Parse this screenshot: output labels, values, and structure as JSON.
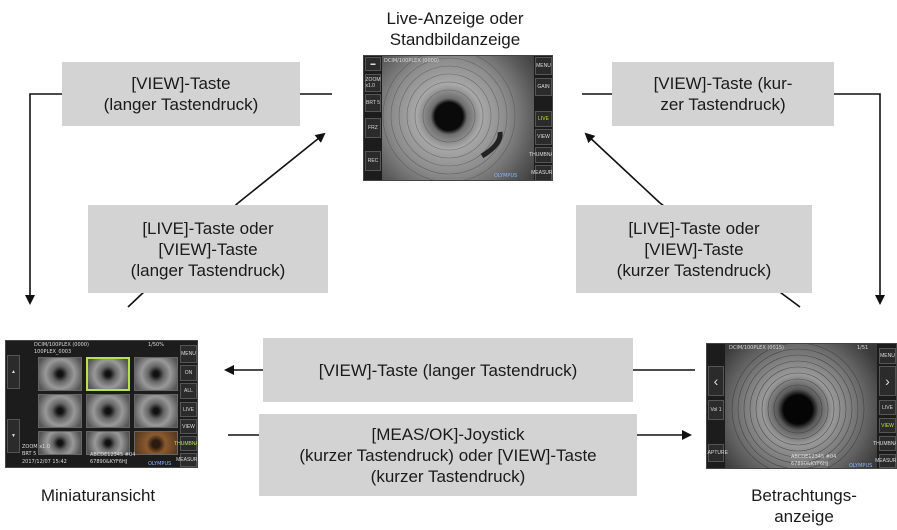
{
  "title_live": [
    "Live-Anzeige oder",
    "Standbildanzeige"
  ],
  "label_thumbnail": "Miniaturansicht",
  "label_view": [
    "Betrachtungs-",
    "anzeige"
  ],
  "box_tl": [
    "[VIEW]-Taste",
    "(langer Tastendruck)"
  ],
  "box_tr": [
    "[VIEW]-Taste (kur-",
    "zer Tastendruck)"
  ],
  "box_ml": [
    "[LIVE]-Taste oder",
    "[VIEW]-Taste",
    "(langer Tastendruck)"
  ],
  "box_mr": [
    "[LIVE]-Taste oder",
    "[VIEW]-Taste",
    "(kurzer Tastendruck)"
  ],
  "box_center": "[VIEW]-Taste (langer Tastendruck)",
  "box_bottom": [
    "[MEAS/OK]-Joystick",
    "(kurzer Tastendruck) oder [VIEW]-Taste",
    "(kurzer Tastendruck)"
  ],
  "live_screen": {
    "side_left": [
      "ZOOM x1.0",
      "BRT 5",
      "FRZ",
      "REC"
    ],
    "side_right": [
      "MENU",
      "GAIN",
      "LIVE",
      "VIEW",
      "THUMBNAIL",
      "MEASURE"
    ],
    "folder": "DCIM/100PLEX (0000)",
    "brand": "OLYMPUS"
  },
  "thumb_screen": {
    "folder": "DCIM/100PLEX (0000)",
    "file": "100PLEX_0003",
    "count": "1/50%",
    "side_right": [
      "MENU",
      "ON",
      "ALL",
      "LIVE",
      "VIEW",
      "THUMBNAIL",
      "MEASURE"
    ],
    "zoom": "ZOOM x1.0",
    "brt": "BRT 5",
    "date": "2017/12/07 15:42",
    "serial": "ABCDE12345 #04",
    "serial2": "67890&KYF6HJ",
    "brand": "OLYMPUS"
  },
  "view_screen": {
    "folder": "DCIM/100PLEX (0015)",
    "count": "1/51",
    "side_right": [
      "MENU",
      "LIVE",
      "VIEW",
      "THUMBNAIL",
      "MEASURE"
    ],
    "side_left": [
      "Vol 1",
      "CAPTURE"
    ],
    "serial": "ABCDE12345 #04",
    "serial2": "67890&KYF6HJ",
    "brand": "OLYMPUS"
  }
}
